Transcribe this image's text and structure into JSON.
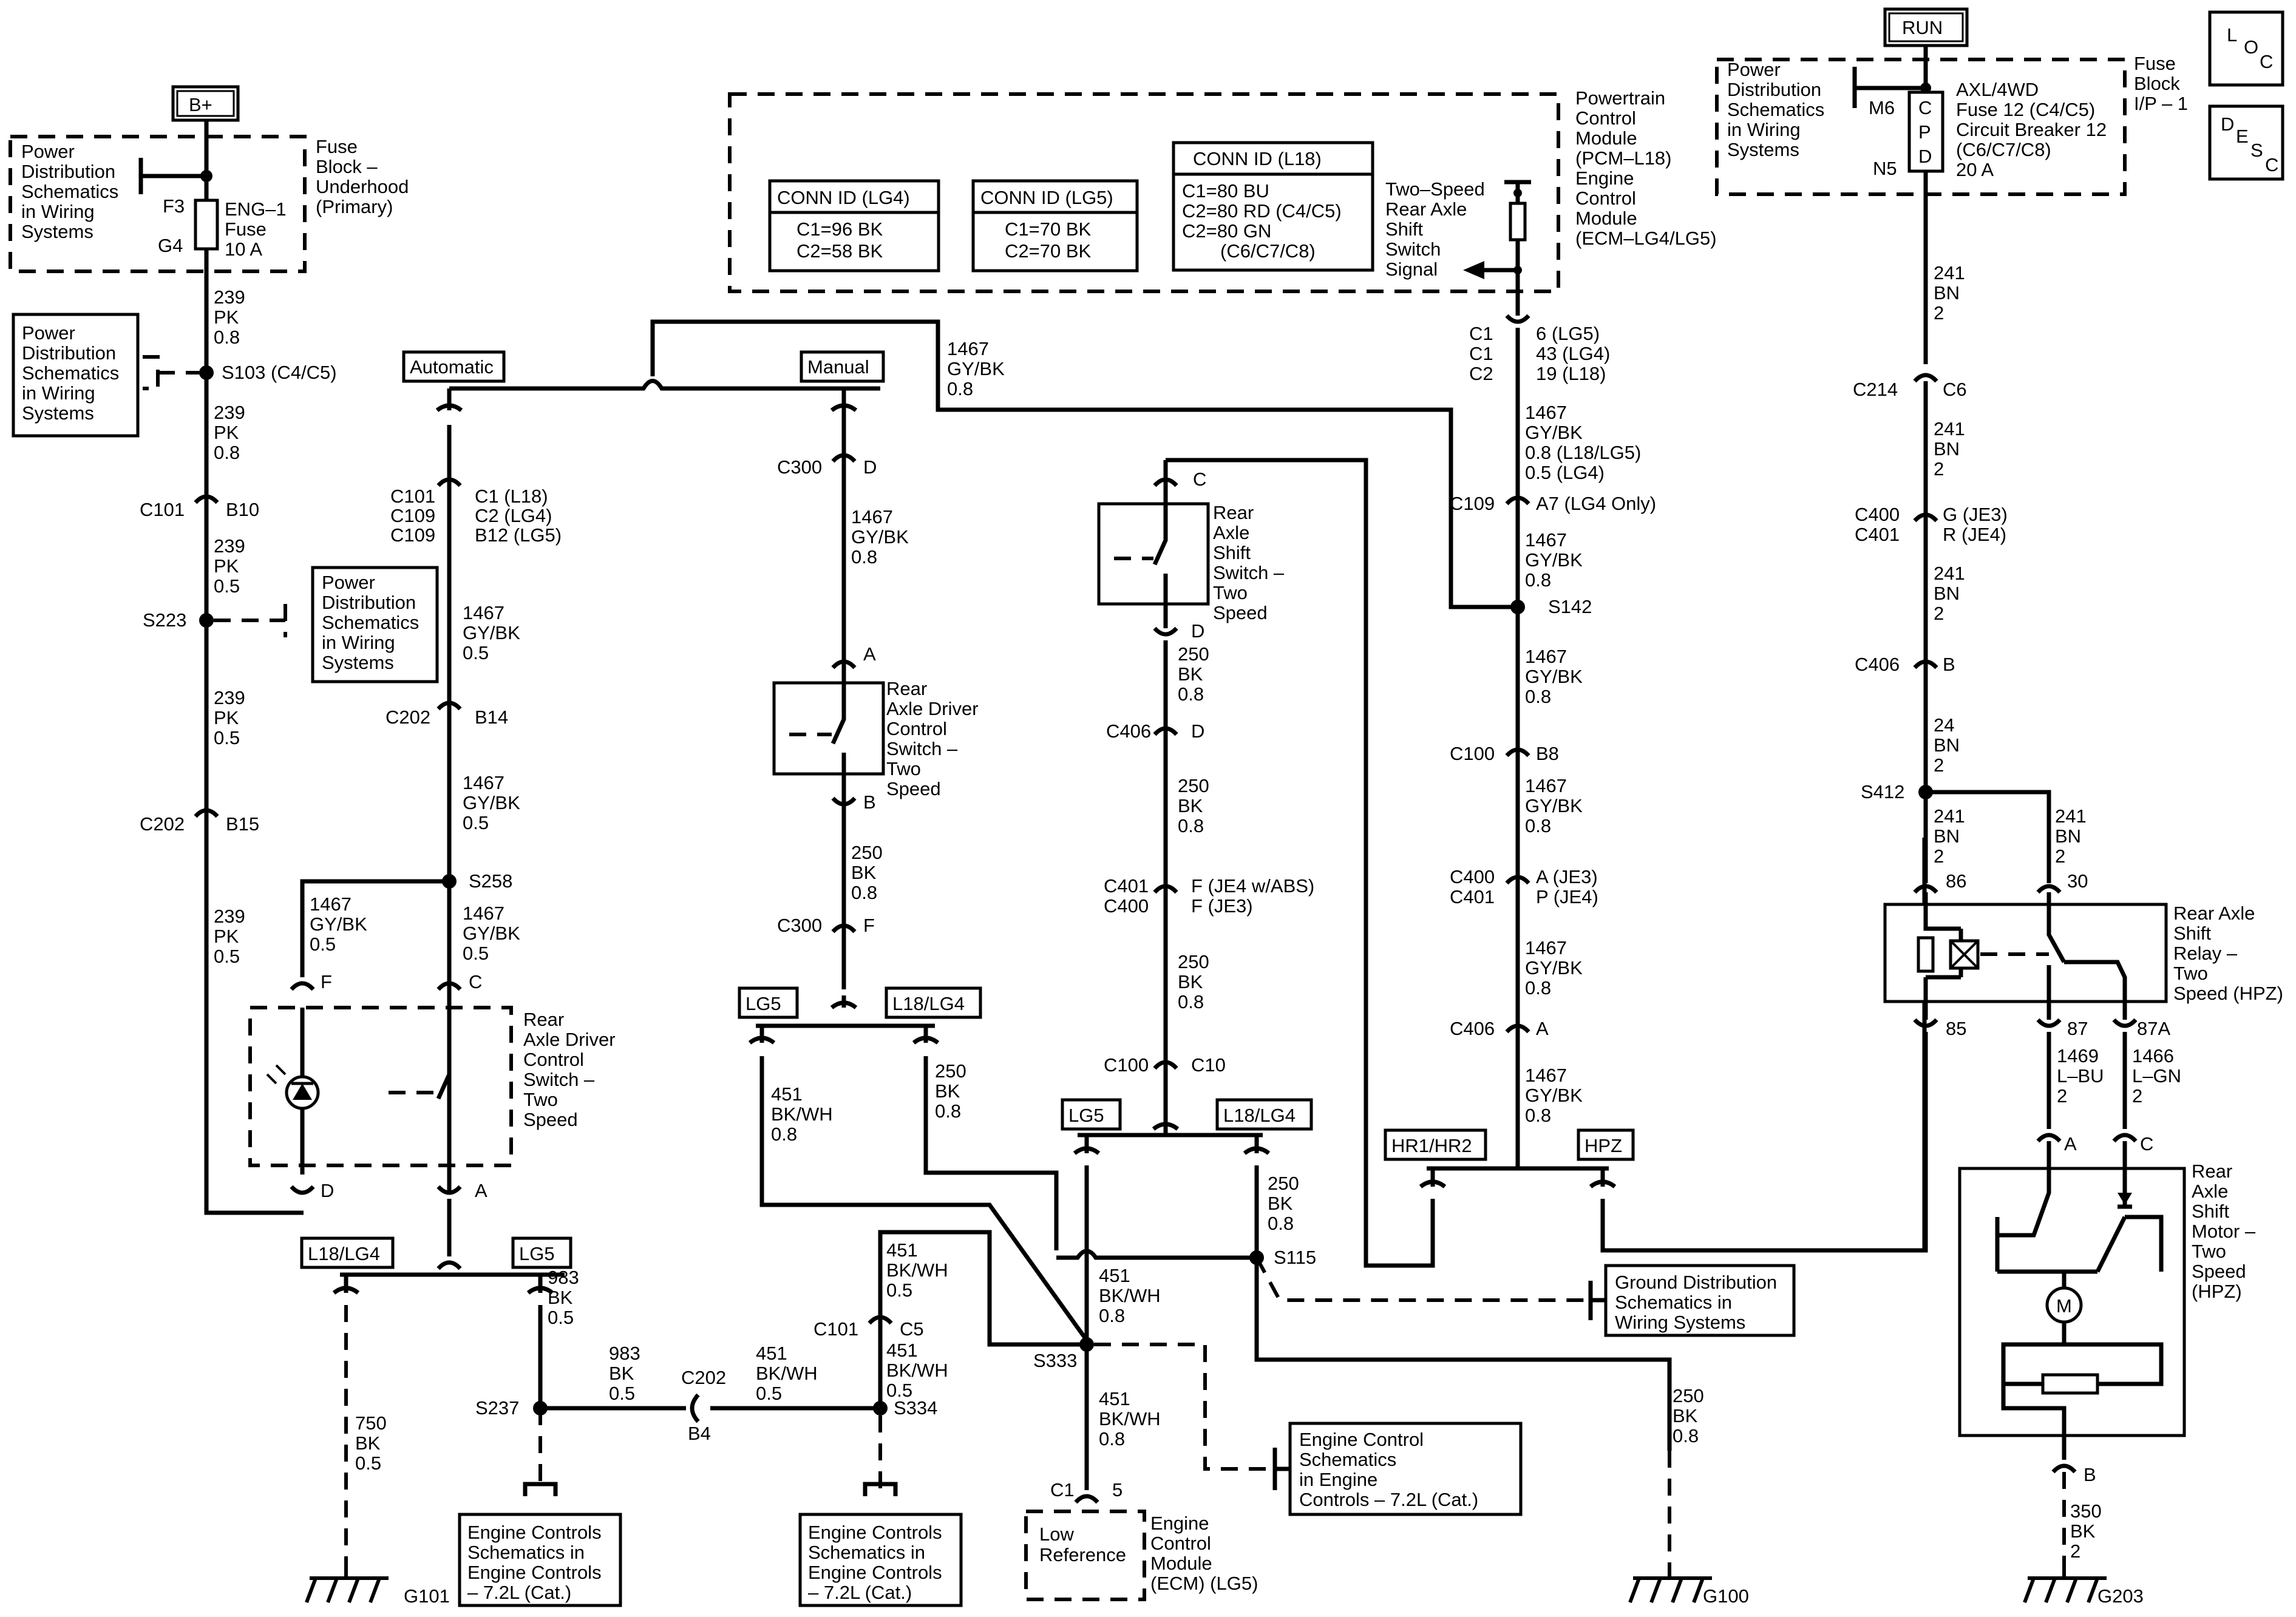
{
  "colors": {
    "ink": "#000000",
    "paper": "#ffffff"
  },
  "corner": {
    "loc": [
      "L",
      "O",
      "C"
    ],
    "desc": [
      "D",
      "E",
      "S",
      "C"
    ]
  },
  "bplus": "B+",
  "run": "RUN",
  "ref_box": [
    "Power",
    "Distribution",
    "Schematics",
    "in Wiring",
    "Systems"
  ],
  "left": {
    "fuse_block": [
      "Fuse",
      "Block –",
      "Underhood",
      "(Primary)"
    ],
    "f3": "F3",
    "g4": "G4",
    "fuse_label": [
      "ENG–1",
      "Fuse",
      "10 A"
    ],
    "w239a": [
      "239",
      "PK",
      "0.8"
    ],
    "s103": "S103 (C4/C5)",
    "w239b": [
      "239",
      "PK",
      "0.8"
    ],
    "c101": "C101",
    "b10": "B10",
    "w239c": [
      "239",
      "PK",
      "0.5"
    ],
    "s223": "S223",
    "w239d": [
      "239",
      "PK",
      "0.5"
    ],
    "c202": "C202",
    "b15": "B15",
    "w239e": [
      "239",
      "PK",
      "0.5"
    ]
  },
  "trans": {
    "automatic": "Automatic",
    "manual": "Manual",
    "w1467_top": [
      "1467",
      "GY/BK",
      "0.8"
    ],
    "c101_c109": [
      "C101",
      "C109",
      "C109"
    ],
    "c_pins": [
      "C1 (L18)",
      "C2 (LG4)",
      "B12 (LG5)"
    ],
    "w1467_a": [
      "1467",
      "GY/BK",
      "0.5"
    ],
    "c202": "C202",
    "b14": "B14",
    "w1467_b": [
      "1467",
      "GY/BK",
      "0.5"
    ],
    "s258": "S258",
    "w1467_f": [
      "1467",
      "GY/BK",
      "0.5"
    ],
    "w1467_c": [
      "1467",
      "GY/BK",
      "0.5"
    ],
    "pin_f": "F",
    "pin_c": "C",
    "pin_d": "D",
    "pin_a": "A",
    "switch": [
      "Rear",
      "Axle Driver",
      "Control",
      "Switch –",
      "Two",
      "Speed"
    ],
    "l18lg4": "L18/LG4",
    "lg5": "LG5",
    "w750": [
      "750",
      "BK",
      "0.5"
    ],
    "g101": "G101",
    "w983a": [
      "983",
      "BK",
      "0.5"
    ],
    "s237": "S237",
    "w983b": [
      "983",
      "BK",
      "0.5"
    ],
    "b4": "B4",
    "w451a": [
      "451",
      "BK/WH",
      "0.5"
    ],
    "engine_ref": [
      "Engine Controls",
      "Schematics in",
      "Engine Controls",
      "– 7.2L (Cat.)"
    ]
  },
  "manual": {
    "c300": "C300",
    "pin_d": "D",
    "w1467": [
      "1467",
      "GY/BK",
      "0.8"
    ],
    "pin_a": "A",
    "switch": [
      "Rear",
      "Axle Driver",
      "Control",
      "Switch –",
      "Two",
      "Speed"
    ],
    "pin_b": "B",
    "w250": [
      "250",
      "BK",
      "0.8"
    ],
    "c300b": "C300",
    "pin_f": "F",
    "lg5": "LG5",
    "l18lg4": "L18/LG4",
    "w451": [
      "451",
      "BK/WH",
      "0.8"
    ],
    "w250b": [
      "250",
      "BK",
      "0.8"
    ],
    "w451b": [
      "451",
      "BK/WH",
      "0.5"
    ],
    "c101": "C101",
    "c5": "C5",
    "w451c": [
      "451",
      "BK/WH",
      "0.5"
    ],
    "s334": "S334"
  },
  "pcm": {
    "title": [
      "Powertrain",
      "Control",
      "Module",
      "(PCM–L18)",
      "Engine",
      "Control",
      "Module",
      "(ECM–LG4/LG5)"
    ],
    "conn_lg4": {
      "header": "CONN ID (LG4)",
      "lines": [
        "C1=96 BK",
        "C2=58 BK"
      ]
    },
    "conn_lg5": {
      "header": "CONN ID (LG5)",
      "lines": [
        "C1=70 BK",
        "C2=70 BK"
      ]
    },
    "conn_l18": {
      "header": "CONN ID (L18)",
      "lines": [
        "C1=80 BU",
        "C2=80 RD (C4/C5)",
        "C2=80 GN",
        "(C6/C7/C8)"
      ]
    },
    "signal": [
      "Two–Speed",
      "Rear Axle",
      "Shift",
      "Switch",
      "Signal"
    ],
    "c_list": [
      "C1",
      "C1",
      "C2"
    ],
    "pins": [
      "6 (LG5)",
      "43 (LG4)",
      "19 (L18)"
    ],
    "w1467_top": [
      "1467",
      "GY/BK",
      "0.8 (L18/LG5)",
      "0.5 (LG4)"
    ],
    "w1467_diag": [
      "1467",
      "GY/BK",
      "0.8"
    ],
    "c109": "C109",
    "a7": "A7 (LG4 Only)",
    "w1467_a": [
      "1467",
      "GY/BK",
      "0.8"
    ],
    "s142": "S142",
    "w1467_b": [
      "1467",
      "GY/BK",
      "0.8"
    ],
    "c100": "C100",
    "b8": "B8",
    "w1467_c": [
      "1467",
      "GY/BK",
      "0.8"
    ],
    "c400_c401": [
      "C400",
      "C401"
    ],
    "ap": [
      "A (JE3)",
      "P (JE4)"
    ],
    "w1467_d": [
      "1467",
      "GY/BK",
      "0.8"
    ],
    "c406": "C406",
    "pin_a": "A",
    "w1467_e": [
      "1467",
      "GY/BK",
      "0.8"
    ],
    "hr1hr2": "HR1/HR2",
    "hpz": "HPZ"
  },
  "shift_switch": {
    "pin_c": "C",
    "label": [
      "Rear",
      "Axle",
      "Shift",
      "Switch –",
      "Two",
      "Speed"
    ],
    "pin_d": "D",
    "w250a": [
      "250",
      "BK",
      "0.8"
    ],
    "c406": "C406",
    "d": "D",
    "w250b": [
      "250",
      "BK",
      "0.8"
    ],
    "c401_c400": [
      "C401",
      "C400"
    ],
    "f_pins": [
      "F (JE4 w/ABS)",
      "F (JE3)"
    ],
    "w250c": [
      "250",
      "BK",
      "0.8"
    ],
    "c100": "C100",
    "c10": "C10",
    "lg5": "LG5",
    "l18lg4": "L18/LG4",
    "w451": [
      "451",
      "BK/WH",
      "0.8"
    ],
    "w250": [
      "250",
      "BK",
      "0.8"
    ],
    "s115": "S115",
    "s333": "S333",
    "w451b": [
      "451",
      "BK/WH",
      "0.8"
    ],
    "c1": "C1",
    "pin5": "5",
    "low_ref": [
      "Low",
      "Reference"
    ],
    "ecm": [
      "Engine",
      "Control",
      "Module",
      "(ECM) (LG5)"
    ],
    "ground_ref": [
      "Ground Distribution",
      "Schematics in",
      "Wiring Systems"
    ],
    "engine_ref": [
      "Engine Control",
      "Schematics",
      "in Engine",
      "Controls – 7.2L (Cat.)"
    ],
    "w250g": [
      "250",
      "BK",
      "0.8"
    ],
    "g100": "G100"
  },
  "right": {
    "fuse_block": [
      "Fuse",
      "Block",
      "I/P – 1"
    ],
    "m6": "M6",
    "n5": "N5",
    "cpd": [
      "C",
      "P",
      "D"
    ],
    "fuse_label": [
      "AXL/4WD",
      "Fuse 12 (C4/C5)",
      "Circuit Breaker 12",
      "(C6/C7/C8)",
      "20 A"
    ],
    "w241a": [
      "241",
      "BN",
      "2"
    ],
    "c214": "C214",
    "c6": "C6",
    "w241b": [
      "241",
      "BN",
      "2"
    ],
    "c400_c401": [
      "C400",
      "C401"
    ],
    "gr": [
      "G (JE3)",
      "R (JE4)"
    ],
    "w241c": [
      "241",
      "BN",
      "2"
    ],
    "c406": "C406",
    "pin_b": "B",
    "w24": [
      "24",
      "BN",
      "2"
    ],
    "s412": "S412",
    "w241d": [
      "241",
      "BN",
      "2"
    ],
    "w241e": [
      "241",
      "BN",
      "2"
    ],
    "p86": "86",
    "p30": "30",
    "p85": "85",
    "p87": "87",
    "p87a": "87A",
    "relay": [
      "Rear Axle",
      "Shift",
      "Relay –",
      "Two",
      "Speed (HPZ)"
    ],
    "w1469": [
      "1469",
      "L–BU",
      "2"
    ],
    "w1466": [
      "1466",
      "L–GN",
      "2"
    ],
    "pin_a": "A",
    "pin_c": "C",
    "motor": [
      "Rear",
      "Axle",
      "Shift",
      "Motor –",
      "Two",
      "Speed",
      "(HPZ)"
    ],
    "motor_m": "M",
    "w350": [
      "350",
      "BK",
      "2"
    ],
    "g203": "G203"
  }
}
